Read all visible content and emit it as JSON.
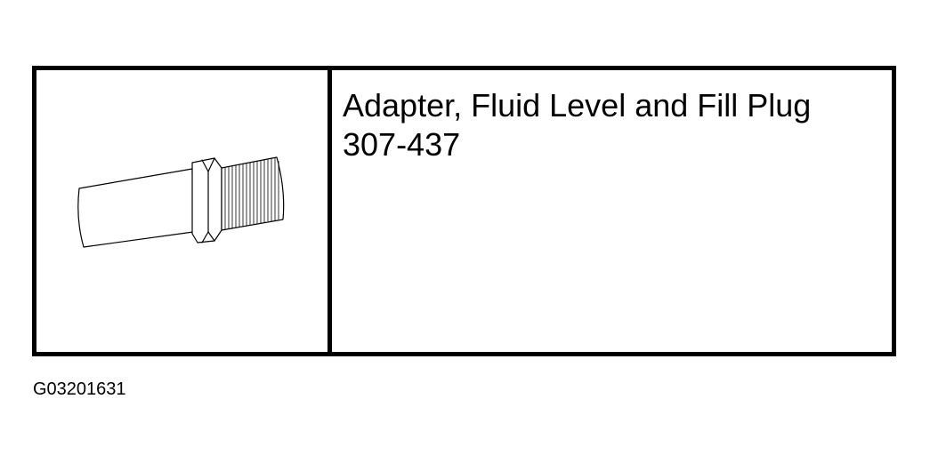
{
  "tool": {
    "name": "Adapter, Fluid Level and Fill Plug",
    "number": "307-437",
    "illustration": "adapter-fitting-illustration"
  },
  "figure": {
    "id": "G03201631"
  }
}
